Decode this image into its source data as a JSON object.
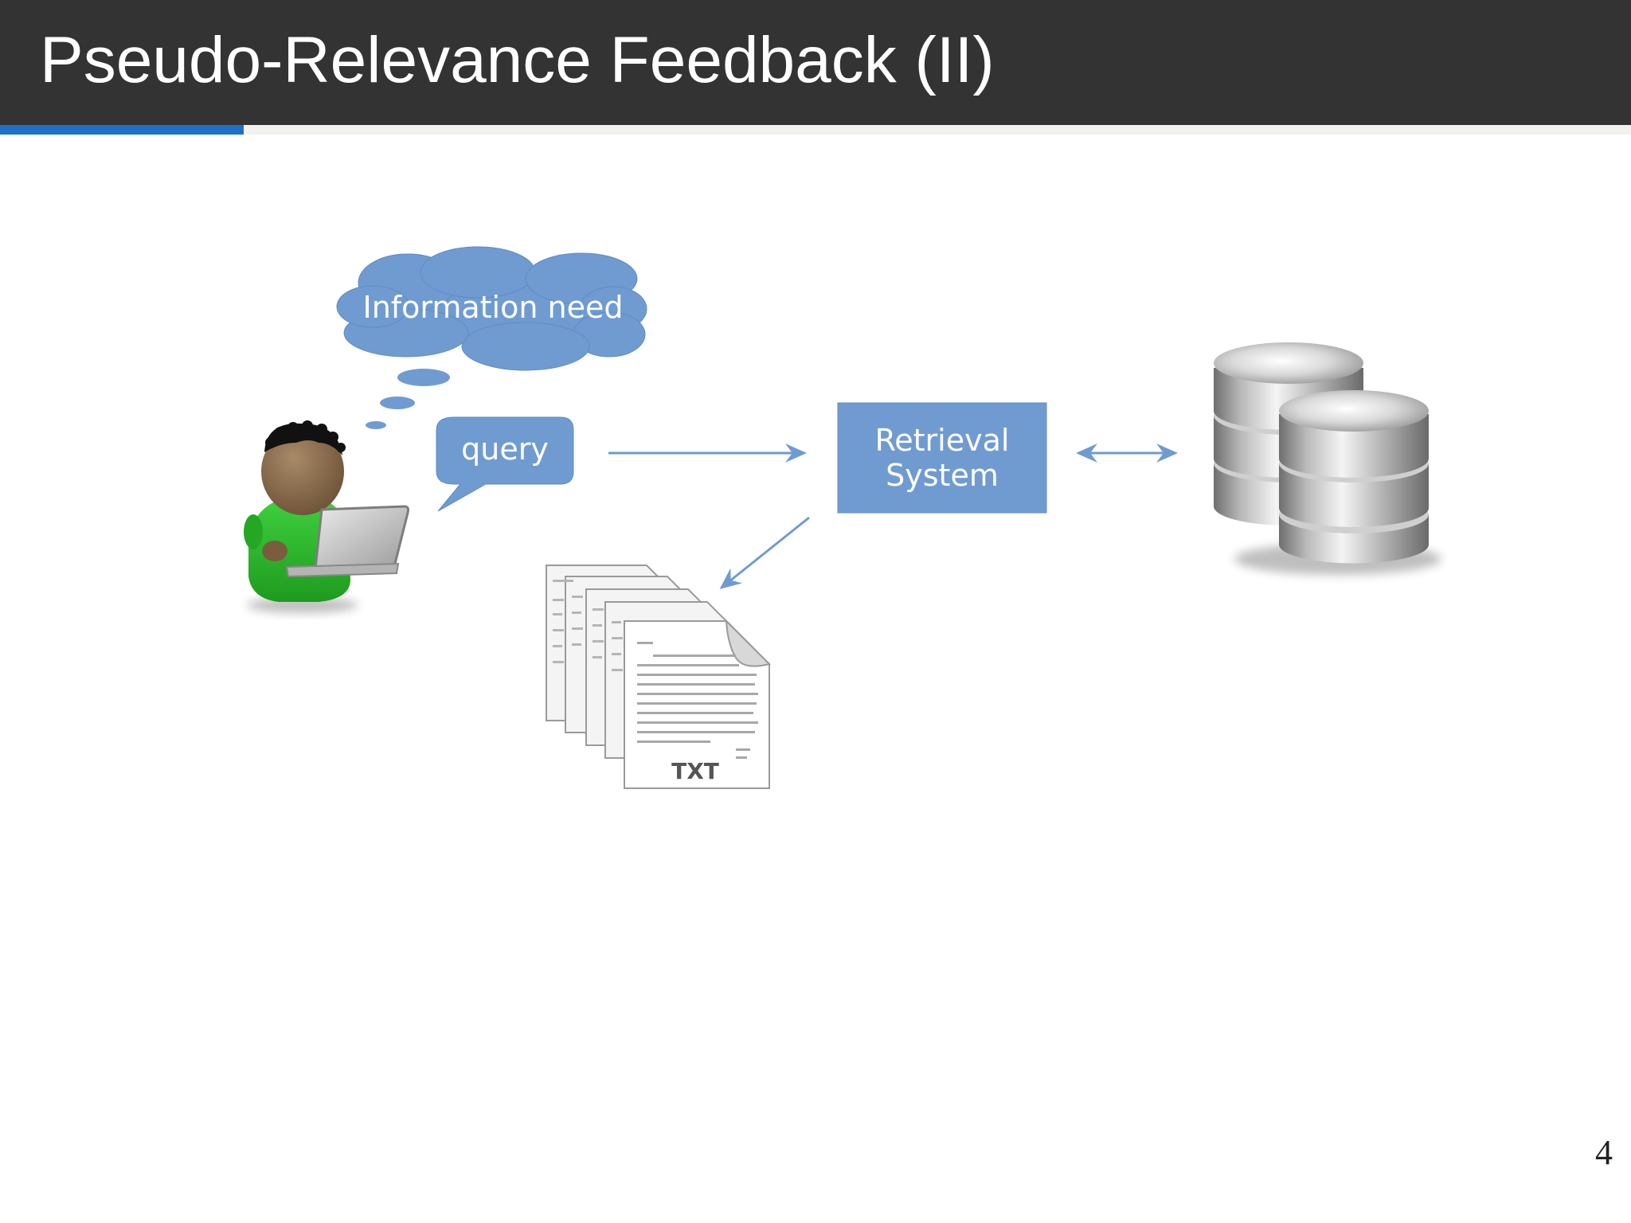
{
  "slide": {
    "title": "Pseudo-Relevance Feedback (II)",
    "page_number": "4"
  },
  "diagram": {
    "thought_cloud": "Information need",
    "query_bubble": "query",
    "retrieval_box": {
      "line1": "Retrieval",
      "line2": "System"
    },
    "documents": {
      "file_type": "TXT"
    }
  },
  "colors": {
    "title_bar": "#333333",
    "accent": "#1f6fc6",
    "diagram_blue": "#6f9bd1",
    "person_body": "#2cb52c",
    "person_skin": "#8a6a4a"
  },
  "icons": [
    "user-with-laptop-icon",
    "thought-cloud-icon",
    "speech-bubble-icon",
    "text-documents-icon",
    "database-icon"
  ]
}
